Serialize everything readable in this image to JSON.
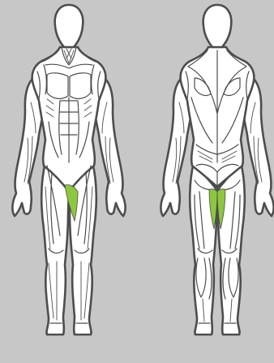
{
  "figures": [
    {
      "view": "front"
    },
    {
      "view": "back"
    }
  ],
  "colors": {
    "background": "#c7c7c7",
    "body_fill": "#ffffff",
    "outline": "#4d4d4d",
    "highlight": "#8dc63f"
  },
  "highlighted_muscles": [
    {
      "view": "front",
      "muscle": "adductors",
      "icon": "adductor-highlight"
    },
    {
      "view": "back",
      "muscle": "adductors",
      "icon": "adductor-highlight"
    }
  ]
}
